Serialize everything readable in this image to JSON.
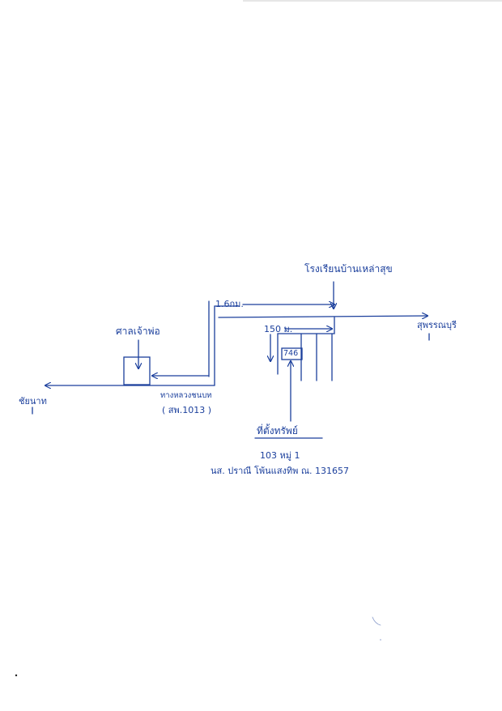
{
  "labels": {
    "school": "โรงเรียนบ้านเหล่าสุข",
    "distance_top": "1.6กม.",
    "destination_right": "สุพรรณบุรี",
    "distance_150": "150 ม.",
    "house_no": "746",
    "landmark_left": "ศาลเจ้าพ่อ",
    "destination_left": "ชัยนาท",
    "road_name": "ทางหลวงชนบท",
    "road_code": "( สพ.1013 )",
    "address_title": "ที่ตั้งทรัพย์",
    "address_line": "103 หมู่ 1",
    "deed_line": "นส. ปราณี โพ้นแสงทิพ ณ. 131657"
  },
  "colors": {
    "ink": "#1b3f9c",
    "paper": "#ffffff"
  }
}
